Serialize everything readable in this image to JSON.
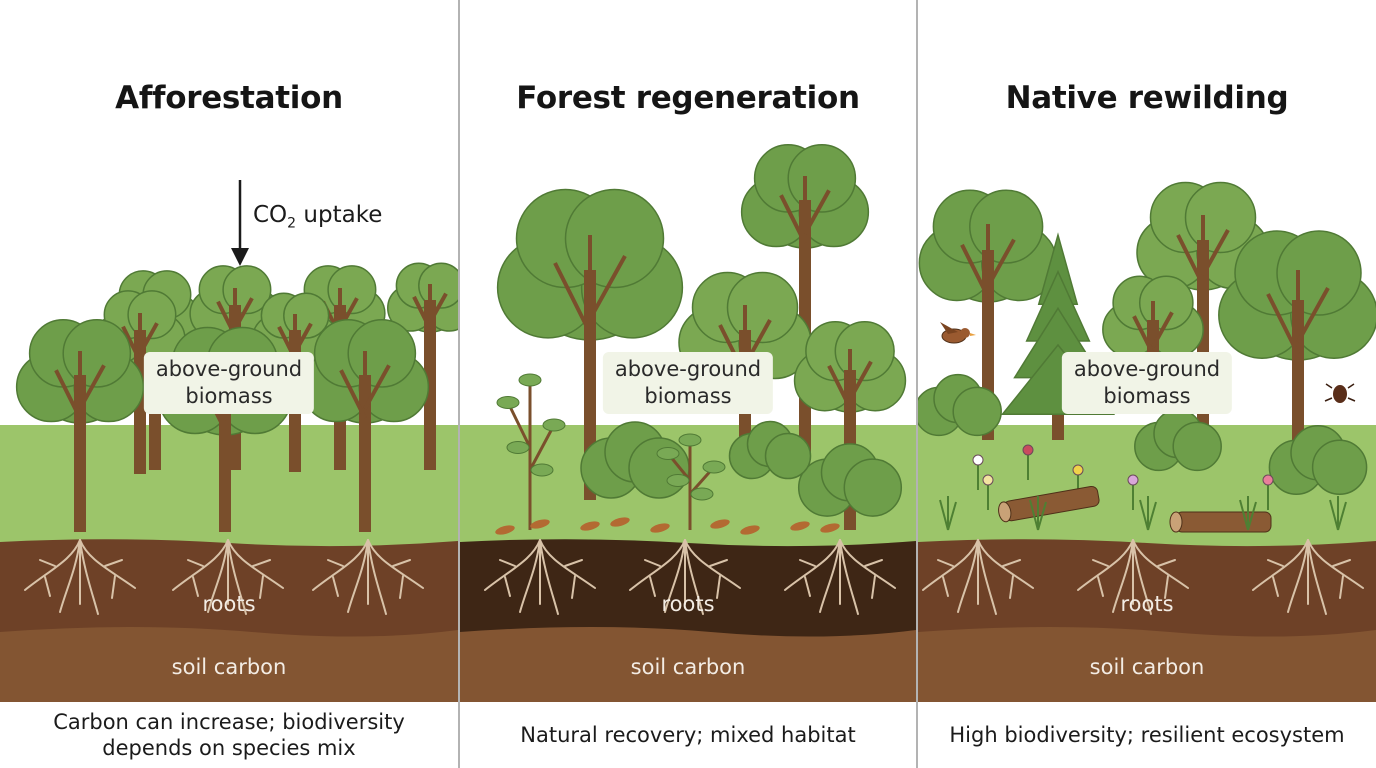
{
  "panels": [
    {
      "title": "Afforestation",
      "biomass_label": "above-ground\nbiomass",
      "roots_label": "roots",
      "soil_label": "soil carbon",
      "caption": "Carbon can increase; biodiversity\ndepends on species mix",
      "co2": {
        "prefix": "CO",
        "sub": "2",
        "suffix": " uptake"
      }
    },
    {
      "title": "Forest regeneration",
      "biomass_label": "above-ground\nbiomass",
      "roots_label": "roots",
      "soil_label": "soil carbon",
      "caption": "Natural recovery; mixed habitat"
    },
    {
      "title": "Native rewilding",
      "biomass_label": "above-ground\nbiomass",
      "roots_label": "roots",
      "soil_label": "soil carbon",
      "caption": "High biodiversity; resilient ecosystem"
    }
  ],
  "colors": {
    "grass": "#9cc56a",
    "foliage": "#6e9e4a",
    "foliage_dark": "#507a35",
    "trunk": "#7a4f2c",
    "root": "#d8c2a8",
    "topsoil_1": "#6e4127",
    "topsoil_2": "#3e2615",
    "subsoil": "#835532",
    "leaf_litter": "#b36a32"
  },
  "icons": [
    "down-arrow-icon",
    "bird-icon",
    "beetle-icon",
    "fallen-log-icon",
    "wildflower-icon"
  ]
}
